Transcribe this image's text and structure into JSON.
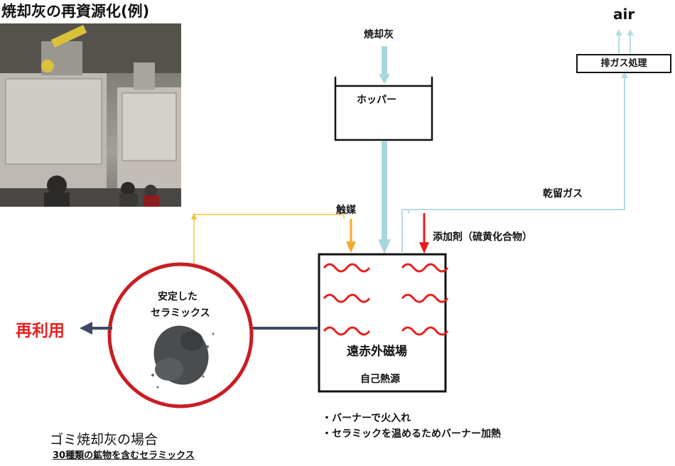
{
  "title": "焼却灰の再資源化(例)",
  "photo": {
    "icon": "incineration-plant-photo"
  },
  "labels": {
    "ash_input": "焼却灰",
    "air": "air",
    "exhaust_treatment": "排ガス処理",
    "hopper": "ホッパー",
    "dry_gas": "乾留ガス",
    "catalyst": "触媒",
    "additive": "添加剤（硫黄化合物）",
    "far_infrared": "遠赤外磁場",
    "self_heat": "自己熱源",
    "stable_ceramics_1": "安定した",
    "stable_ceramics_2": "セラミックス",
    "reuse": "再利用"
  },
  "notes": [
    "・バーナーで火入れ",
    "・セラミックを温めるためバーナー加熱"
  ],
  "caption": {
    "line1": "ゴミ焼却灰の場合",
    "line2": "30種類の鉱物を含むセラミックス"
  },
  "colors": {
    "ash_flow": "#a8d6de",
    "gas_line": "#b7dbe2",
    "catalyst_line": "#f7a72c",
    "catalyst_feed": "#f3c23b",
    "additive": "#e41f1f",
    "heat_wave": "#e41f1f",
    "output_arrow": "#3e4a64",
    "circle": "#c81e23",
    "reuse_text": "#e8201f"
  }
}
